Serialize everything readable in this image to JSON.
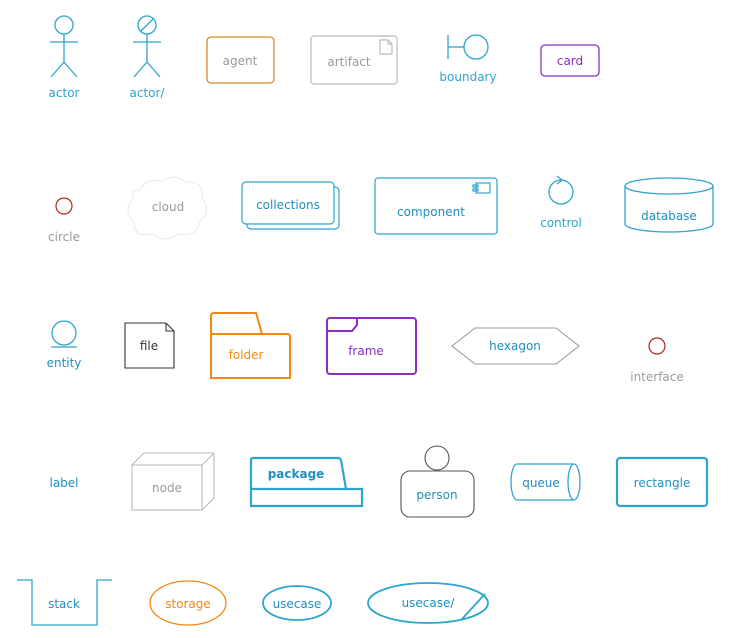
{
  "colors": {
    "blue": "#2fa4cf",
    "blue_dark": "#1f8fbf",
    "orange": "#f08a0e",
    "purple": "#8b2fbf",
    "gray": "#aaaaaa",
    "gray_text": "#9a9a9a",
    "red": "#b22222",
    "dark": "#333333",
    "cloud": "#ececec"
  },
  "labels": {
    "actor": "actor",
    "actor_slash": "actor/",
    "agent": "agent",
    "artifact": "artifact",
    "boundary": "boundary",
    "card": "card",
    "circle": "circle",
    "cloud": "cloud",
    "collections": "collections",
    "component": "component",
    "control": "control",
    "database": "database",
    "entity": "entity",
    "file": "file",
    "folder": "folder",
    "frame": "frame",
    "hexagon": "hexagon",
    "interface": "interface",
    "label": "label",
    "node": "node",
    "package": "package",
    "person": "person",
    "queue": "queue",
    "rectangle": "rectangle",
    "stack": "stack",
    "storage": "storage",
    "usecase": "usecase",
    "usecase_slash": "usecase/"
  }
}
